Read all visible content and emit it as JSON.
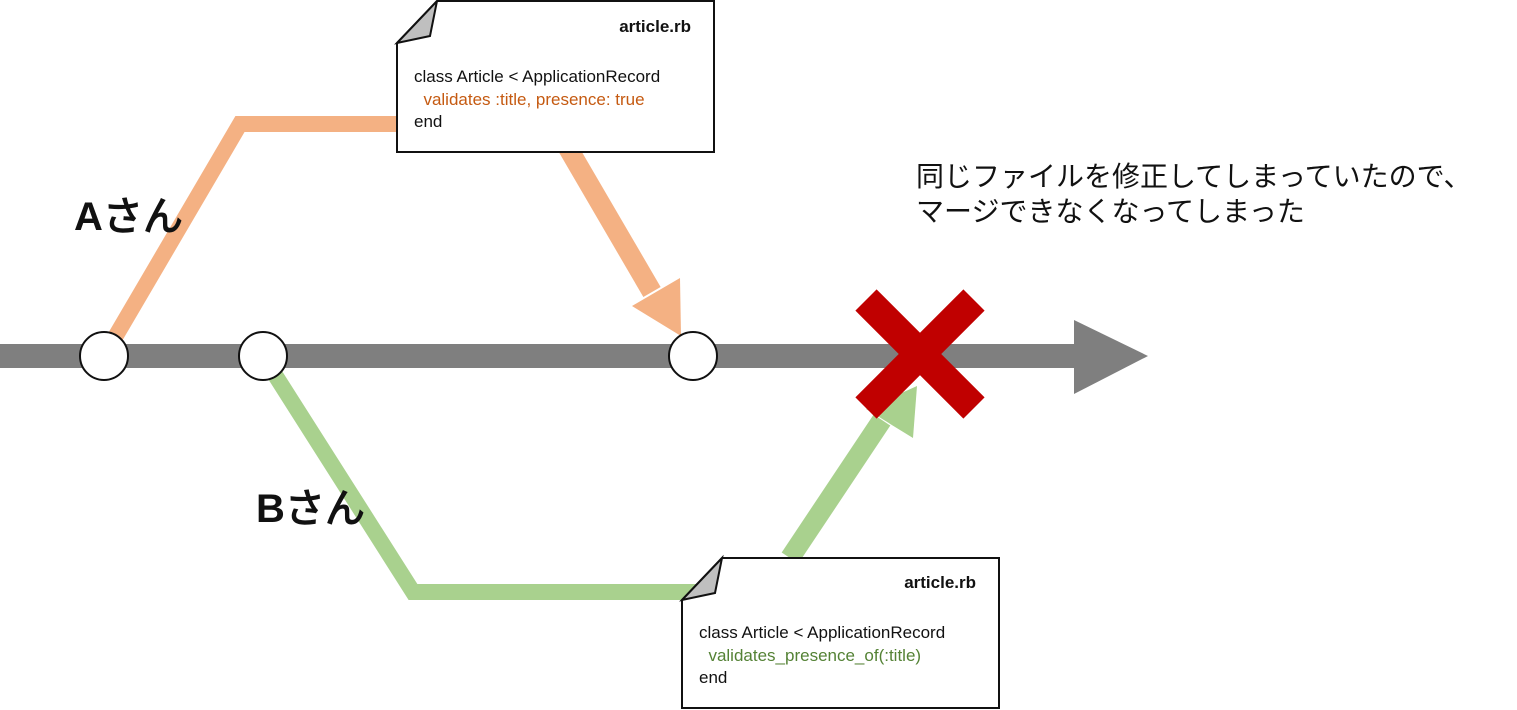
{
  "colors": {
    "main_line": "#7f7f7f",
    "branch_a": "#f4b183",
    "branch_b": "#a9d18e",
    "cross": "#c00000",
    "commit_fill": "#ffffff",
    "code_a_highlight": "#c55a11",
    "code_b_highlight": "#548235"
  },
  "labels": {
    "person_a": "Aさん",
    "person_b": "Bさん"
  },
  "notes": {
    "a": {
      "filename": "article.rb",
      "code_line1": "class Article < ApplicationRecord",
      "code_line2": "  validates :title, presence: true",
      "code_line3": "end"
    },
    "b": {
      "filename": "article.rb",
      "code_line1": "class Article < ApplicationRecord",
      "code_line2": "  validates_presence_of(:title)",
      "code_line3": "end"
    }
  },
  "caption": {
    "line1": "同じファイルを修正してしまっていたので、",
    "line2": "マージできなくなってしまった"
  },
  "icons": {
    "conflict": "red-x-icon",
    "document": "document-note-icon"
  }
}
